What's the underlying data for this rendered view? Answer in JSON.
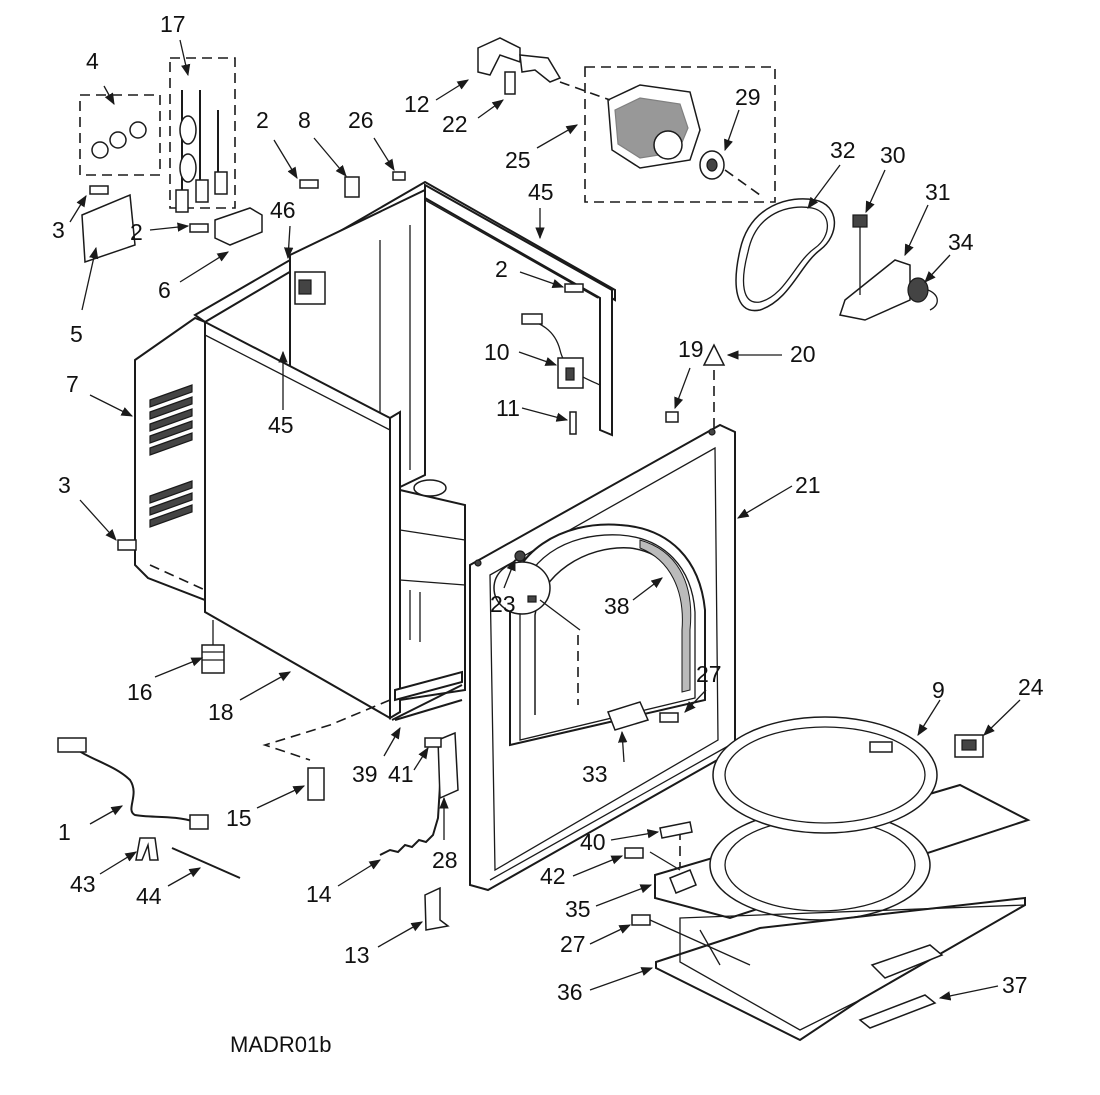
{
  "diagram": {
    "drawing_id": "MADR01b",
    "callouts": [
      "1",
      "2",
      "2",
      "2",
      "3",
      "3",
      "4",
      "5",
      "6",
      "7",
      "8",
      "9",
      "10",
      "11",
      "12",
      "13",
      "14",
      "15",
      "16",
      "17",
      "18",
      "19",
      "20",
      "21",
      "22",
      "23",
      "24",
      "25",
      "26",
      "27",
      "27",
      "28",
      "29",
      "30",
      "31",
      "32",
      "33",
      "34",
      "35",
      "36",
      "37",
      "38",
      "39",
      "40",
      "41",
      "42",
      "43",
      "44",
      "45",
      "45",
      "46"
    ]
  }
}
